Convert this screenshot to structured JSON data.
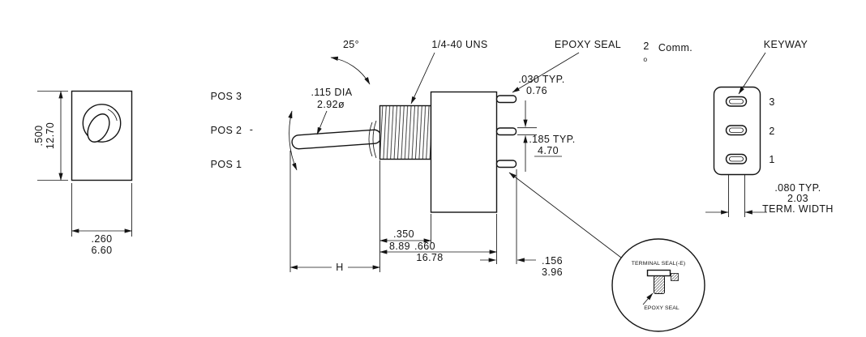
{
  "front_view": {
    "height_in": ".500",
    "height_mm": "12.70",
    "width_in": ".260",
    "width_mm": "6.60"
  },
  "side_view": {
    "angle": "25°",
    "thread_spec": "1/4-40 UNS",
    "epoxy_seal": "EPOXY SEAL",
    "comm_num": "2",
    "comm_sub": "o",
    "comm_label": "Comm.",
    "pos3": "POS 3",
    "pos2": "POS 2",
    "pos2_tick": "-",
    "pos1": "POS 1",
    "lever_dia_in": ".115 DIA",
    "lever_dia_mm": "2.92ø",
    "term_thick_in": ".030 TYP.",
    "term_thick_mm": "0.76",
    "term_pitch_in": ".185 TYP.",
    "term_pitch_mm": "4.70",
    "bushing_len_in": ".350",
    "bushing_len_mm": "8.89",
    "overall_len_in": ".660",
    "overall_len_mm": "16.78",
    "lever_len": "H",
    "term_len_in": ".156",
    "term_len_mm": "3.96"
  },
  "keyway_view": {
    "label": "KEYWAY",
    "slot3": "3",
    "slot2": "2",
    "slot1": "1",
    "width_in": ".080 TYP.",
    "width_mm": "2.03",
    "width_caption": "TERM. WIDTH"
  },
  "detail_view": {
    "title": "TERMINAL SEAL(-E)",
    "epoxy": "EPOXY SEAL"
  }
}
